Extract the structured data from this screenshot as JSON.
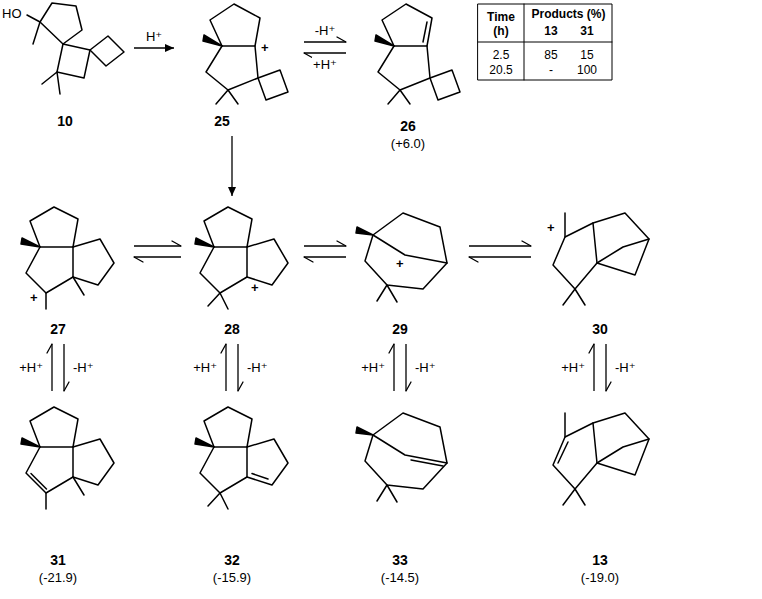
{
  "diagram": {
    "nodes": [
      {
        "text": [
          "10"
        ]
      },
      {
        "text": [
          "25"
        ]
      },
      {
        "text": [
          "26",
          "(+6.0)"
        ]
      },
      {
        "text": [
          "27"
        ]
      },
      {
        "text": [
          "28"
        ]
      },
      {
        "text": [
          "29"
        ]
      },
      {
        "text": [
          "30"
        ]
      },
      {
        "text": [
          "31",
          "(-21.9)"
        ]
      },
      {
        "text": [
          "32",
          "(-15.9)"
        ]
      },
      {
        "text": [
          "33",
          "(-14.5)"
        ]
      },
      {
        "text": [
          "13",
          "(-19.0)"
        ]
      }
    ],
    "edges": [
      {
        "from": 0,
        "to": 1,
        "arrow": "to",
        "label": "H⁺"
      },
      {
        "from": 1,
        "to": 2,
        "arrow": "to",
        "label": "-H⁺"
      },
      {
        "from": 2,
        "to": 1,
        "arrow": "to",
        "label": "+H⁺"
      },
      {
        "from": 1,
        "to": 4,
        "arrow": "to"
      },
      {
        "from": 3,
        "to": 4,
        "arrow": "to"
      },
      {
        "from": 4,
        "to": 3,
        "arrow": "to"
      },
      {
        "from": 4,
        "to": 5,
        "arrow": "to"
      },
      {
        "from": 5,
        "to": 4,
        "arrow": "to"
      },
      {
        "from": 5,
        "to": 6,
        "arrow": "to"
      },
      {
        "from": 6,
        "to": 5,
        "arrow": "to"
      },
      {
        "from": 7,
        "to": 3,
        "arrow": "to",
        "label": "+H⁺"
      },
      {
        "from": 3,
        "to": 7,
        "arrow": "to",
        "label": "-H⁺"
      },
      {
        "from": 8,
        "to": 4,
        "arrow": "to",
        "label": "+H⁺"
      },
      {
        "from": 4,
        "to": 8,
        "arrow": "to",
        "label": "-H⁺"
      },
      {
        "from": 9,
        "to": 5,
        "arrow": "to",
        "label": "+H⁺"
      },
      {
        "from": 5,
        "to": 9,
        "arrow": "to",
        "label": "-H⁺"
      },
      {
        "from": 10,
        "to": 6,
        "arrow": "to",
        "label": "+H⁺"
      },
      {
        "from": 6,
        "to": 10,
        "arrow": "to",
        "label": "-H⁺"
      }
    ],
    "labels": [
      "HO",
      "+",
      "+",
      "+",
      "+",
      "+",
      "Time (h)",
      "Products (%)",
      "13",
      "31",
      "2.5",
      "85",
      "15",
      "20.5",
      "-",
      "100"
    ]
  }
}
